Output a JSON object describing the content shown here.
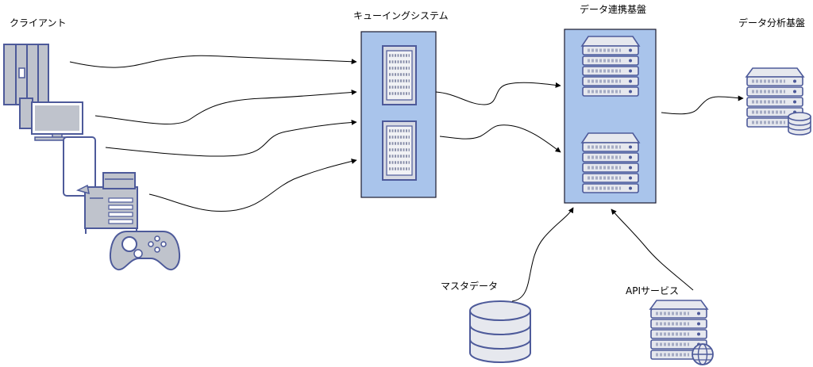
{
  "labels": {
    "clients": "クライアント",
    "queue": "キューイングシステム",
    "integration": "データ連携基盤",
    "analytics": "データ分析基盤",
    "master": "マスタデータ",
    "api": "APIサービス"
  },
  "colors": {
    "box_fill": "#a9c4eb",
    "box_stroke": "#1a1a2e",
    "icon_fill": "#e6e8ee",
    "icon_stroke": "#4d5a9a",
    "device_gray": "#bfc3cc",
    "line": "#000000"
  }
}
